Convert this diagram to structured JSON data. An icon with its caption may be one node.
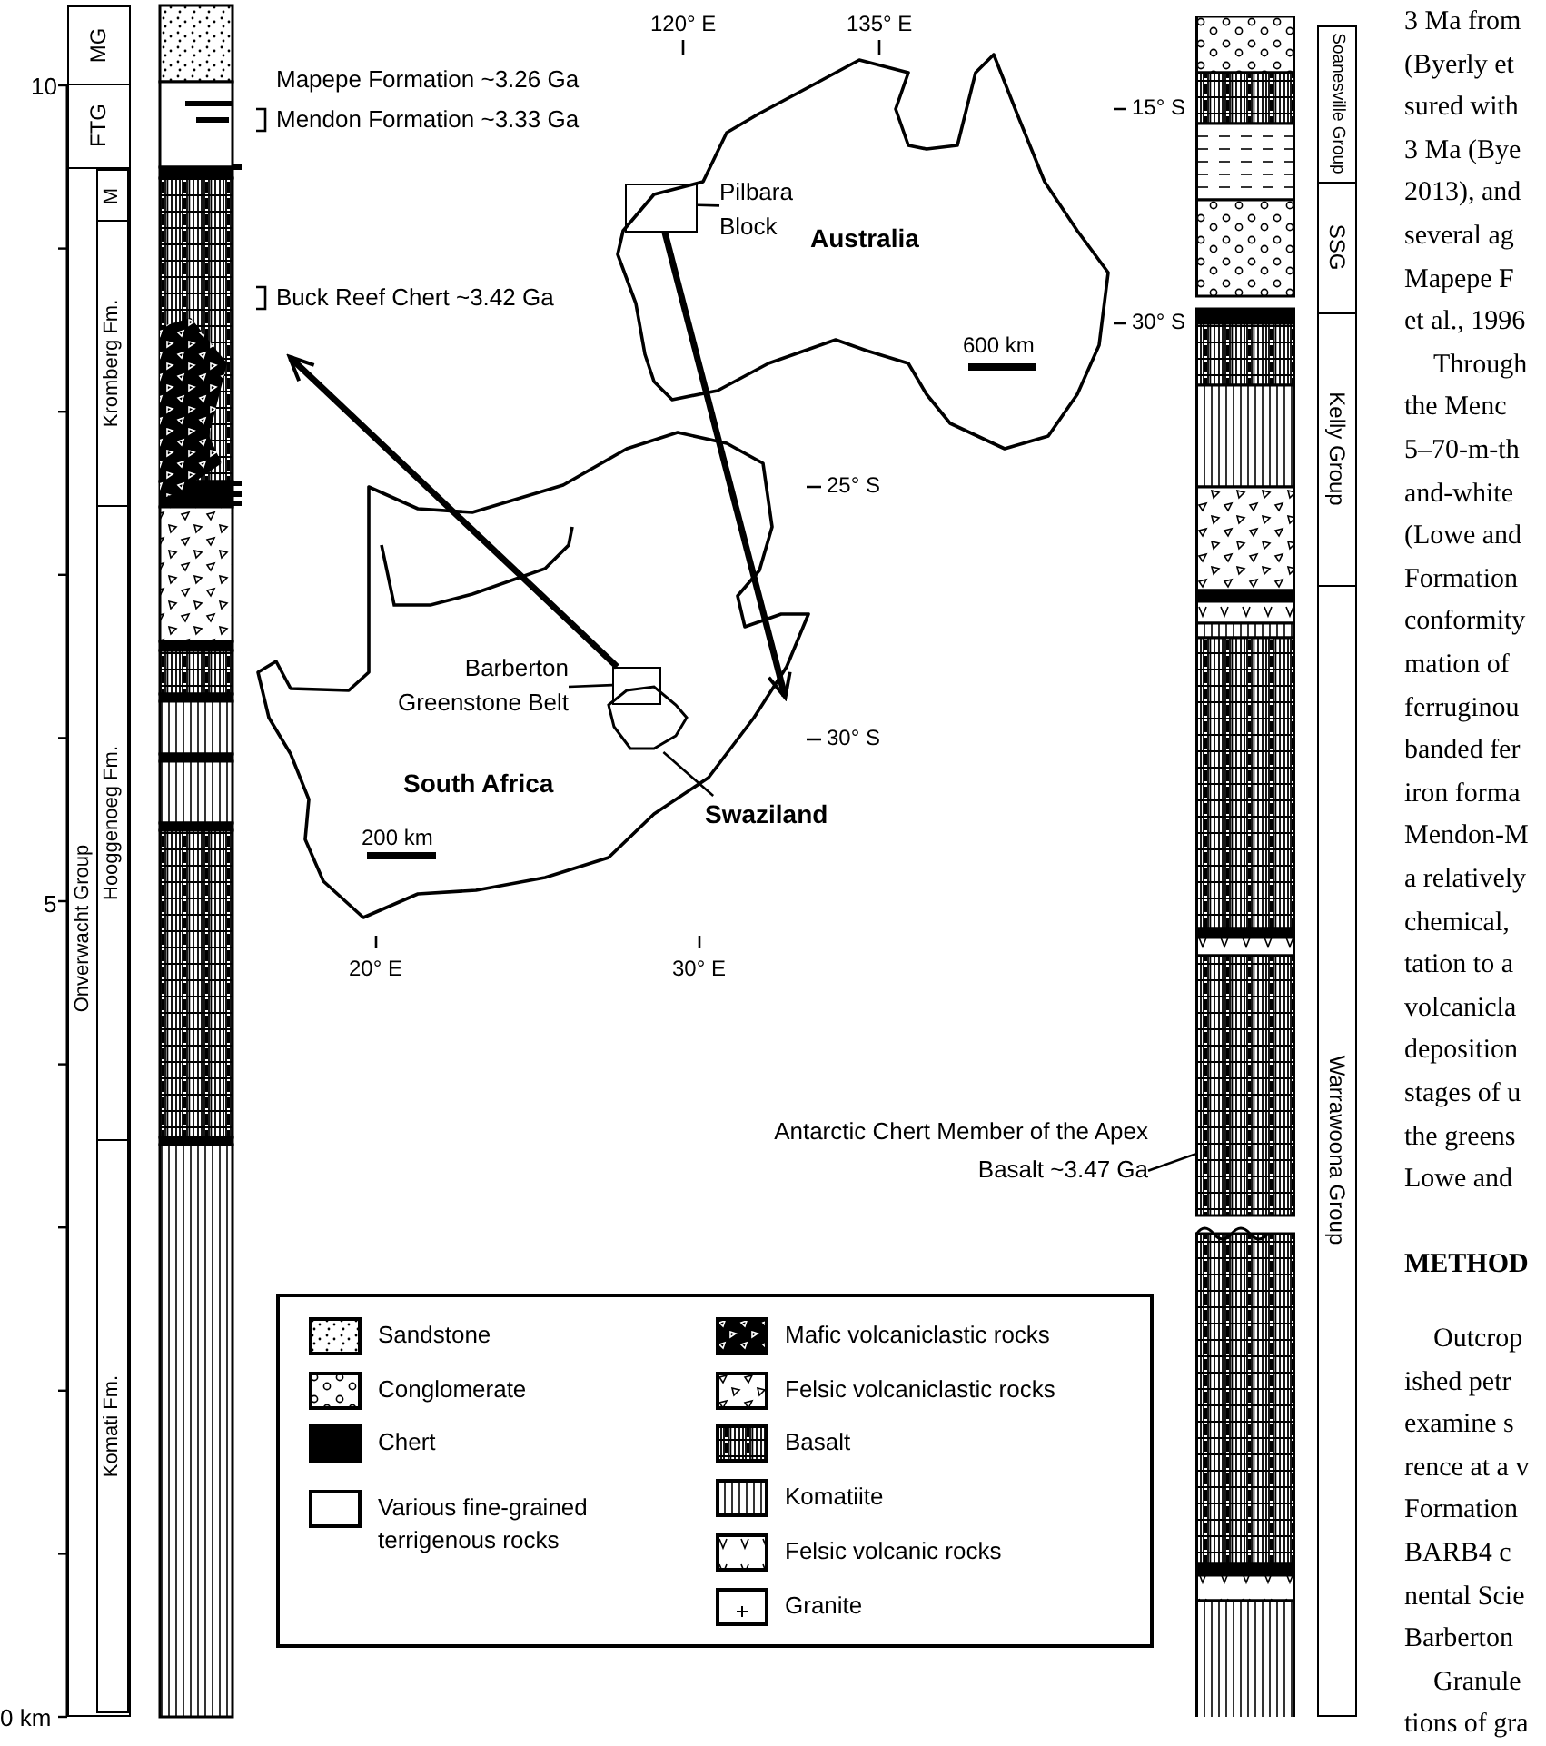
{
  "diagram": {
    "nodes": [
      {
        "text": [
          "MG"
        ]
      },
      {
        "text": [
          "FTG"
        ]
      },
      {
        "text": [
          "Onverwacht Group"
        ]
      },
      {
        "text": [
          "M"
        ],
        "in": 2
      },
      {
        "text": [
          "Kromberg Fm."
        ],
        "in": 2
      },
      {
        "text": [
          "Hooggenoeg Fm."
        ],
        "in": 2
      },
      {
        "text": [
          "Komati Fm."
        ],
        "in": 2
      },
      {
        "text": [],
        "shape": "box"
      },
      {
        "text": [
          "Pilbara Block"
        ]
      },
      {
        "text": [],
        "shape": "box"
      },
      {
        "text": [
          "Barberton Greenstone Belt"
        ]
      },
      {
        "text": [],
        "shape": "region"
      },
      {
        "text": [
          "Swaziland"
        ]
      },
      {
        "text": [],
        "shape": "picture"
      },
      {
        "text": [
          "Soanesville Group"
        ]
      },
      {
        "text": [
          "SSG"
        ]
      },
      {
        "text": [
          "Kelly Group"
        ]
      },
      {
        "text": [
          "Warrawoona Group"
        ]
      },
      {
        "text": [
          "Antarctic Chert Member of the Apex Basalt ~3.47 Ga"
        ]
      }
    ],
    "edges": [
      {
        "from": 9,
        "to": null,
        "arrow": "to",
        "style": "thick"
      },
      {
        "from": 7,
        "to": null,
        "arrow": "to",
        "style": "thick"
      },
      {
        "from": 10,
        "to": 9,
        "arrow": "none"
      },
      {
        "from": 8,
        "to": 7,
        "arrow": "none"
      },
      {
        "from": 12,
        "to": 11,
        "arrow": "none"
      },
      {
        "from": 18,
        "to": 13,
        "arrow": "none"
      }
    ],
    "labels": [
      "10",
      "5",
      "0 km",
      "Mapepe Formation ~3.26 Ga",
      "Mendon Formation ~3.33 Ga",
      "Buck Reef Chert ~3.42 Ga",
      "120° E",
      "135° E",
      "15° S",
      "Australia",
      "30° S",
      "600 km",
      "25° S",
      "30° S",
      "South Africa",
      "200 km",
      "20° E",
      "30° E",
      "3 Ma from",
      "(Byerly et",
      "sured with",
      "3 Ma (Bye",
      "2013), and",
      "several ag",
      "Mapepe F",
      "et al., 1996",
      "Through",
      "the Menc",
      "5–70-m-th",
      "and-white",
      "(Lowe and",
      "Formation",
      "conformity",
      "mation of",
      "ferruginou",
      "banded fer",
      "iron forma",
      "Mendon-M",
      "a relatively",
      "chemical,",
      "tation to a",
      "volcanicla",
      "deposition",
      "stages of u",
      "the greens",
      "Lowe and",
      "METHOD",
      "Outcrop",
      "ished petr",
      "examine s",
      "rence at a v",
      "Formation",
      "BARB4 c",
      "nental Scie",
      "Barberton",
      "Granule",
      "tions of gra"
    ],
    "legend": [
      {
        "text": "Sandstone"
      },
      {
        "text": "Conglomerate"
      },
      {
        "text": "Chert"
      },
      {
        "text": "Various fine-grained terrigenous rocks"
      },
      {
        "text": "Mafic volcaniclastic rocks"
      },
      {
        "text": "Felsic volcaniclastic rocks"
      },
      {
        "text": "Basalt"
      },
      {
        "text": "Komatiite"
      },
      {
        "text": "Felsic volcanic rocks"
      },
      {
        "text": "Granite"
      }
    ]
  }
}
